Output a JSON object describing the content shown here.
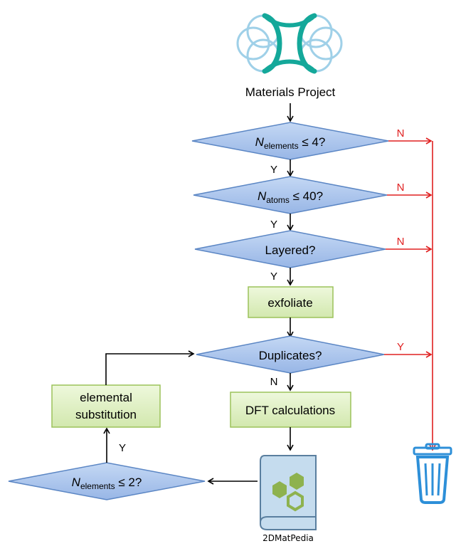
{
  "source": {
    "label": "Materials Project"
  },
  "decisions": {
    "elements4": {
      "var": "N",
      "sub": "elements",
      "cond": " ≤ 4?"
    },
    "atoms40": {
      "var": "N",
      "sub": "atoms",
      "cond": " ≤ 40?"
    },
    "layered": {
      "label": "Layered?"
    },
    "duplicates": {
      "label": "Duplicates?"
    },
    "elements2": {
      "var": "N",
      "sub": "elements",
      "cond": " ≤ 2?"
    }
  },
  "processes": {
    "exfoliate": "exfoliate",
    "dft": "DFT calculations",
    "substitution_line1": "elemental",
    "substitution_line2": "substitution"
  },
  "edges": {
    "yes": "Y",
    "no": "N",
    "dup_yes": "Y"
  },
  "database": {
    "label": "2DMatPedia"
  },
  "icons": {
    "logo": "materials-project-logo-icon",
    "database": "database-book-icon",
    "trash": "trash-bin-icon"
  },
  "colors": {
    "diamond_fill": "#a9c4ec",
    "diamond_stroke": "#5b86c4",
    "box_fill": "#dff0c2",
    "box_stroke": "#9cc25a",
    "reject_line": "#e02020",
    "trash": "#2d8fd8",
    "logo_teal": "#14a89a",
    "logo_ring": "#9fd0e8"
  }
}
